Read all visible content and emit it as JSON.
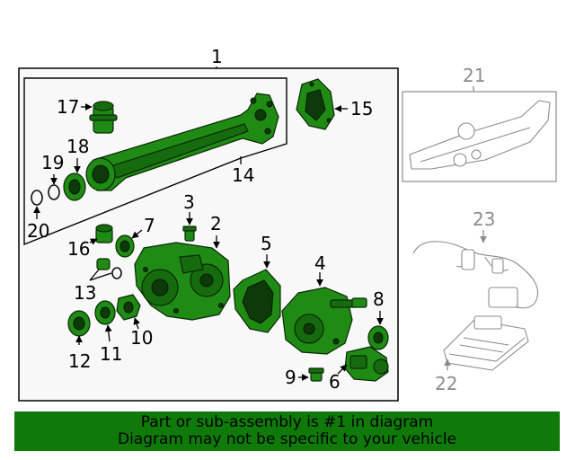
{
  "callouts": {
    "c1": "1",
    "c2": "2",
    "c3": "3",
    "c4": "4",
    "c5": "5",
    "c6": "6",
    "c7": "7",
    "c8": "8",
    "c9": "9",
    "c10": "10",
    "c11": "11",
    "c12": "12",
    "c13": "13",
    "c14": "14",
    "c15": "15",
    "c16": "16",
    "c17": "17",
    "c18": "18",
    "c19": "19",
    "c20": "20",
    "c21": "21",
    "c22": "22",
    "c23": "23"
  },
  "banner": {
    "line1": "Part or sub-assembly is #1 in diagram",
    "line2": "Diagram may not be specific to your vehicle"
  },
  "colors": {
    "highlight": "#1f8a14",
    "banner": "#0f7a0a",
    "non_included_parts": "#8c8c8c"
  }
}
